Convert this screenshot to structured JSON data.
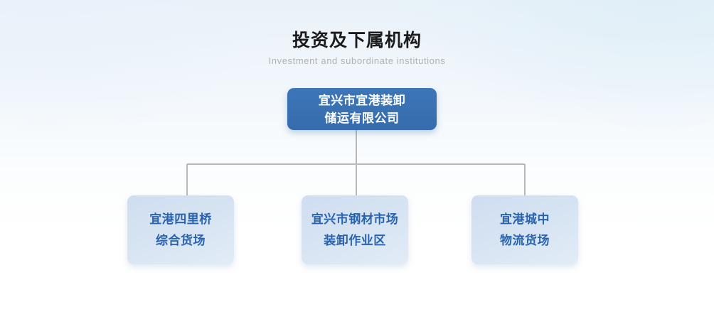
{
  "heading": {
    "title": "投资及下属机构",
    "subtitle": "Investment and subordinate institutions"
  },
  "colors": {
    "root_box": "#3a72b5",
    "child_box": "#d4e2f1",
    "child_text": "#2a63ad",
    "root_text": "#ffffff",
    "title_text": "#1b1b1b",
    "subtitle_text": "#b2b2b2",
    "connector_line": "#b9b9b9",
    "background_top": "#e9f2f9",
    "background_bottom": "#ffffff"
  },
  "org_chart": {
    "root": {
      "id": "root",
      "lines": [
        "宜兴市宜港装卸",
        "储运有限公司"
      ],
      "full_text": "宜兴市宜港装卸储运有限公司"
    },
    "children": [
      {
        "id": "child-0",
        "lines": [
          "宜港四里桥",
          "综合货场"
        ],
        "full_text": "宜港四里桥综合货场"
      },
      {
        "id": "child-1",
        "lines": [
          "宜兴市钢材市场",
          "装卸作业区"
        ],
        "full_text": "宜兴市钢材市场装卸作业区"
      },
      {
        "id": "child-2",
        "lines": [
          "宜港城中",
          "物流货场"
        ],
        "full_text": "宜港城中物流货场"
      }
    ]
  }
}
